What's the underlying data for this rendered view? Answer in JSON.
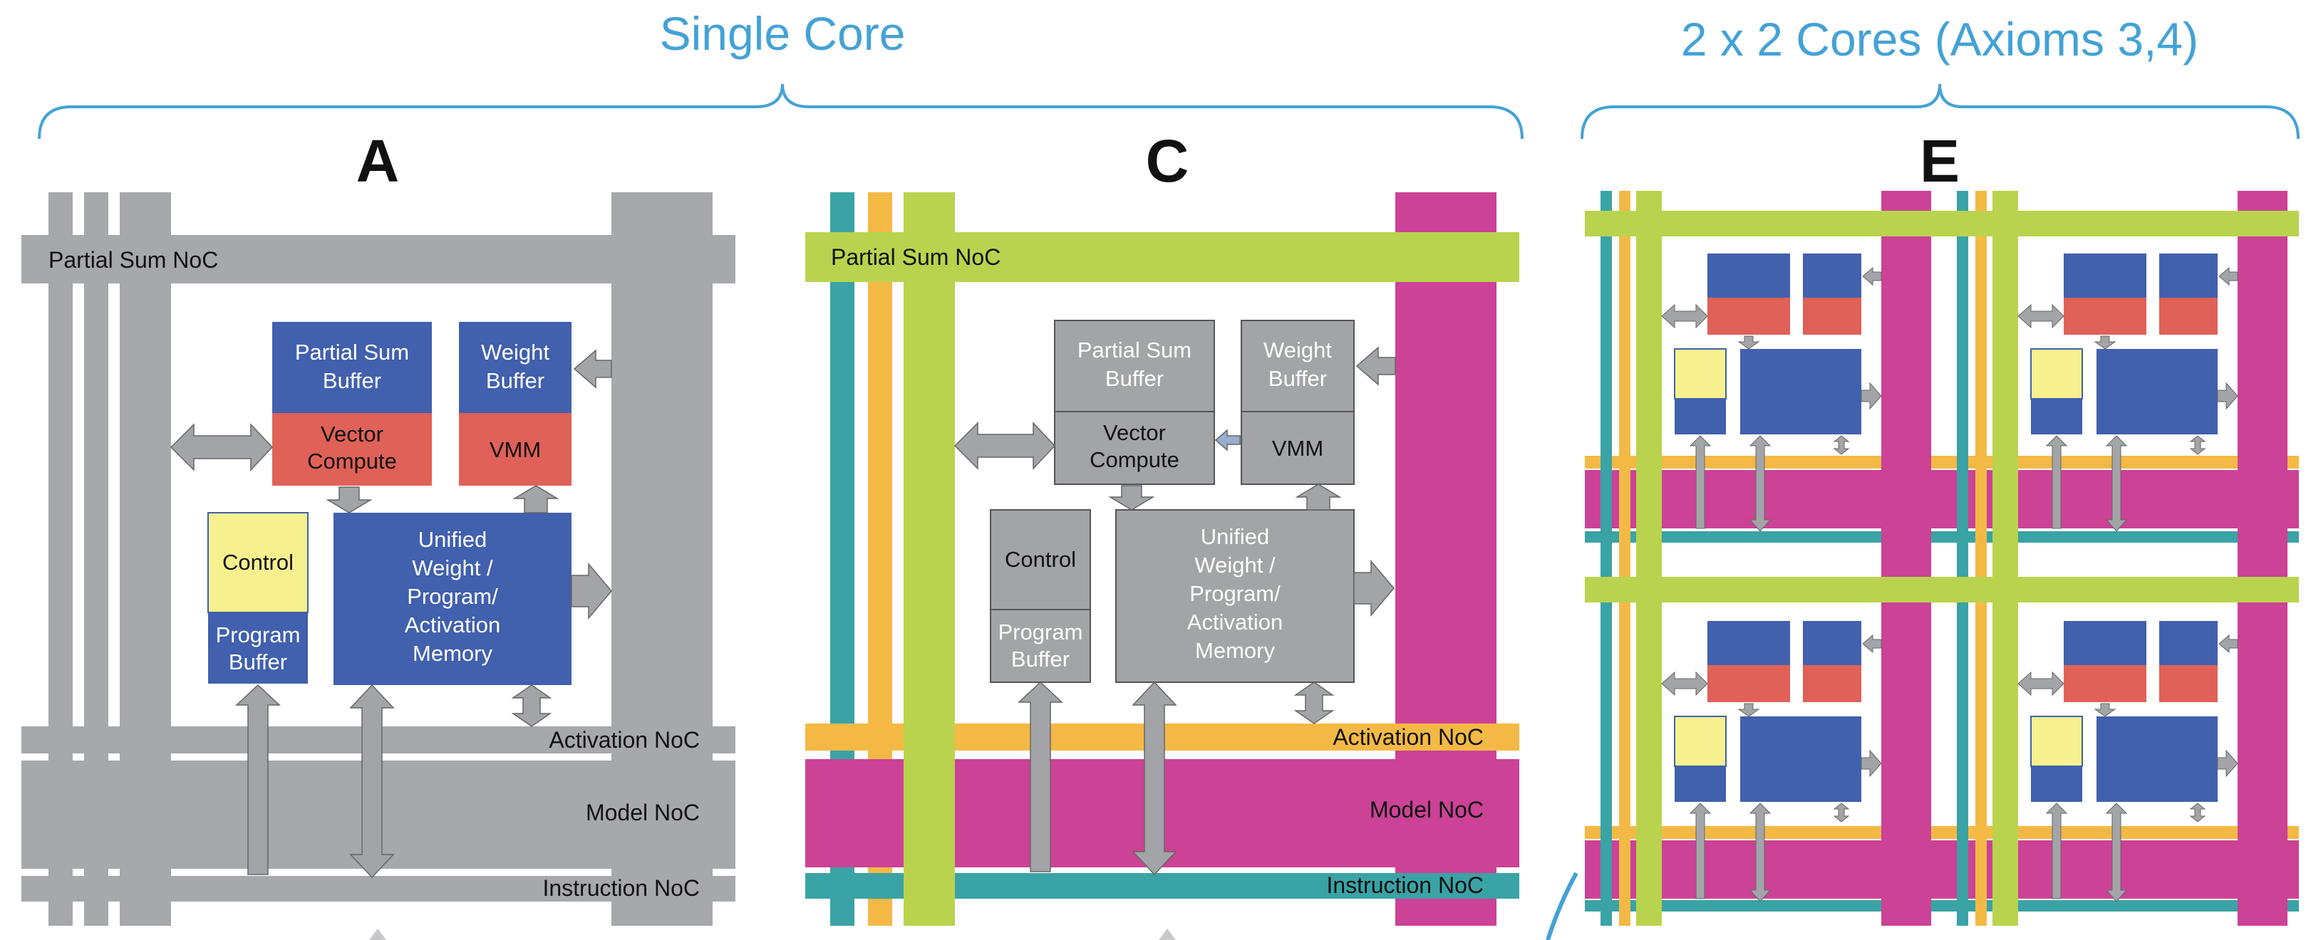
{
  "headers": {
    "single_core": "Single Core",
    "multi_core": "2 x 2 Cores (Axioms 3,4)"
  },
  "panels": {
    "a": {
      "letter": "A"
    },
    "c": {
      "letter": "C"
    },
    "e": {
      "letter": "E"
    }
  },
  "noc": {
    "partial_sum": "Partial Sum NoC",
    "activation": "Activation NoC",
    "model": "Model NoC",
    "instruction": "Instruction NoC"
  },
  "blocks": {
    "partial_sum_buffer": [
      "Partial Sum",
      "Buffer"
    ],
    "weight_buffer": [
      "Weight",
      "Buffer"
    ],
    "vector_compute": [
      "Vector",
      "Compute"
    ],
    "vmm": "VMM",
    "control": "Control",
    "program_buffer": [
      "Program",
      "Buffer"
    ],
    "unified_memory": [
      "Unified",
      "Weight /",
      "Program/",
      "Activation",
      "Memory"
    ]
  },
  "colors": {
    "gray_bus": "#a7a8ab",
    "gray_block": "#a3a4a7",
    "blue": "#4160ad",
    "red": "#e06158",
    "yellow": "#f6f08e",
    "lime": "#b9d34e",
    "orange": "#f4b945",
    "teal": "#3aa3a5",
    "magenta": "#cb4296",
    "header_blue": "#44a2d6"
  }
}
